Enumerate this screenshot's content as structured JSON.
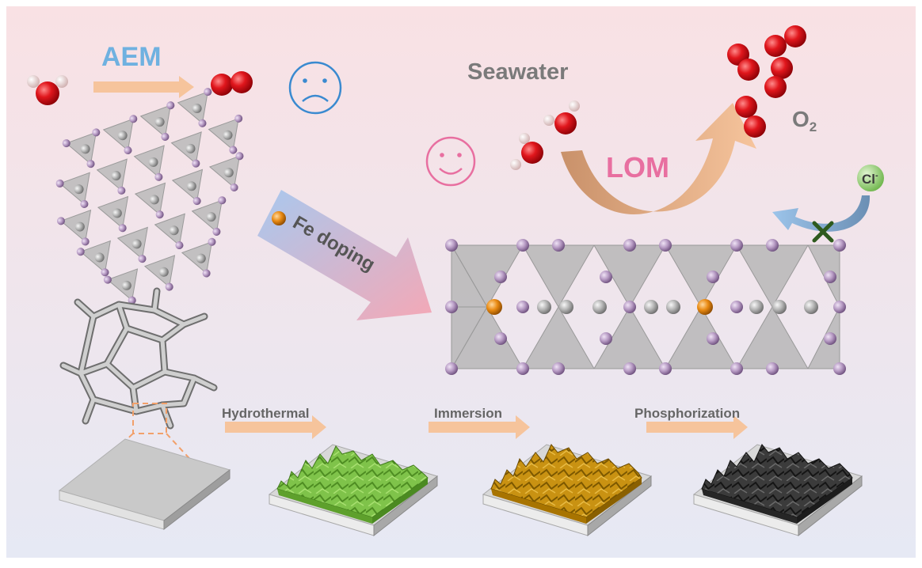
{
  "labels": {
    "aem": "AEM",
    "lom": "LOM",
    "seawater": "Seawater",
    "o2_base": "O",
    "o2_sub": "2",
    "cl_base": "Cl",
    "cl_sup": "-",
    "fe_doping": "Fe doping"
  },
  "steps": [
    "Hydrothermal",
    "Immersion",
    "Phosphorization"
  ],
  "colors": {
    "background_top": "#f9e1e4",
    "background_bottom": "#e6e9f4",
    "aem_text": "#6fb1e0",
    "lom_text": "#e86fa0",
    "arrow_orange": "#f6c49c",
    "oxygen": "#e0161c",
    "hydrogen": "#f0d6d6",
    "phosphorus": "#b79bc4",
    "metal": "#b5b5b5",
    "iron": "#e98a12",
    "chloride": "#8ccb6e",
    "block_green": "#7fc34a",
    "block_gold": "#c99212",
    "block_dark": "#3b3b3b"
  }
}
